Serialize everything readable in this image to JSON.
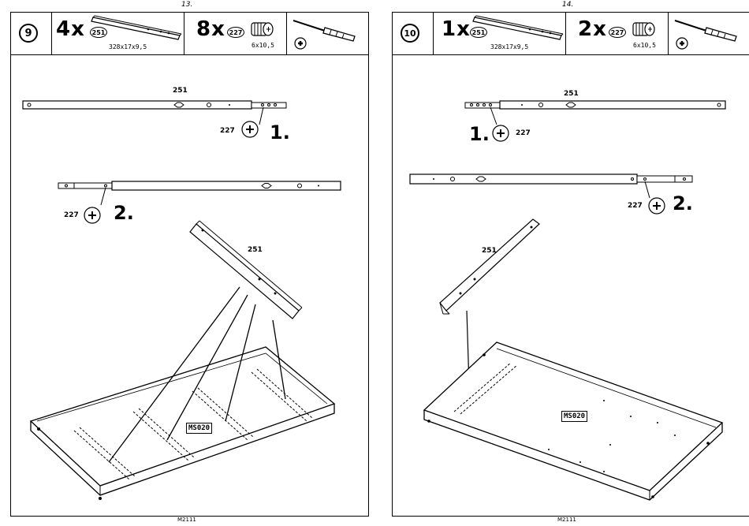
{
  "left": {
    "page_number": "13.",
    "step": "9",
    "part_a": {
      "qty": "4x",
      "id": "251",
      "dim": "328x17x9,5"
    },
    "part_b": {
      "qty": "8x",
      "id": "227",
      "dim": "6x10,5"
    },
    "rail_top_label": "251",
    "screw_label_1": "227",
    "step1": "1.",
    "screw_label_2": "227",
    "step2": "2.",
    "rail_angled_label": "251",
    "panel_code": "MS020",
    "footer": "M2111"
  },
  "right": {
    "page_number": "14.",
    "step": "10",
    "part_a": {
      "qty": "1x",
      "id": "251",
      "dim": "328x17x9,5"
    },
    "part_b": {
      "qty": "2x",
      "id": "227",
      "dim": "6x10,5"
    },
    "rail_top_label": "251",
    "step1": "1.",
    "screw_label_1": "227",
    "screw_label_2": "227",
    "step2": "2.",
    "rail_angled_label": "251",
    "panel_code": "MS020",
    "footer": "M2111"
  },
  "icons": [
    "rail-icon",
    "cam-screw-icon",
    "screwdriver-icon",
    "phillips-bit-icon"
  ]
}
